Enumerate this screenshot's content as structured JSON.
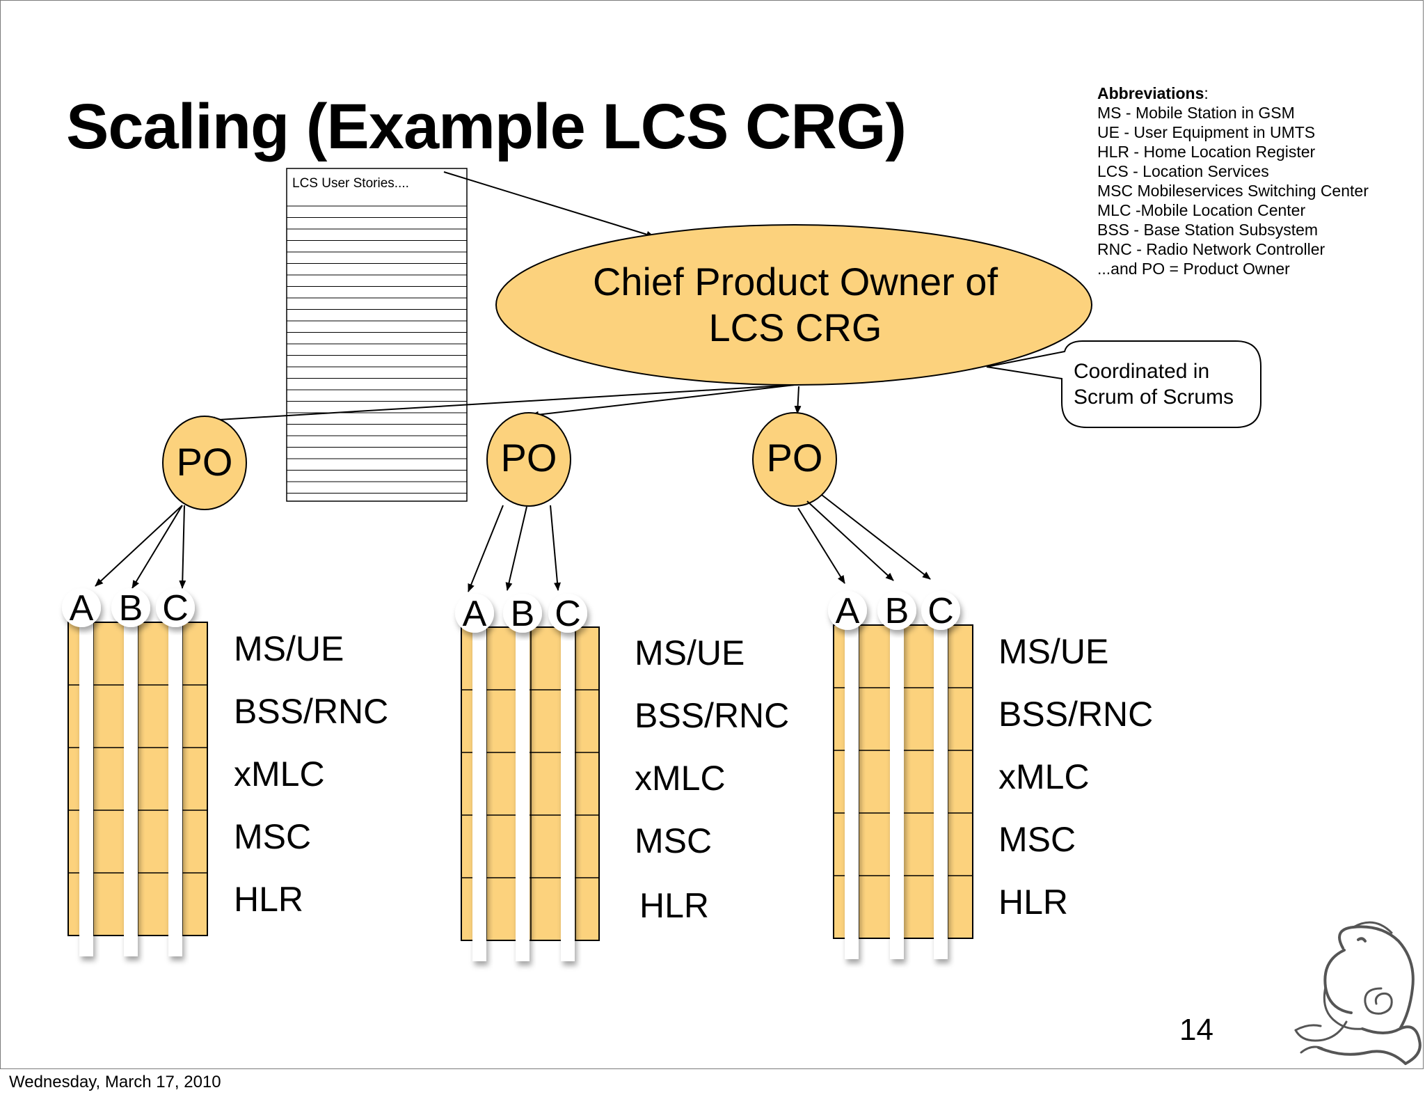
{
  "slide": {
    "title": "Scaling (Example LCS CRG)",
    "page_number": "14",
    "footer_date": "Wednesday, March 17, 2010"
  },
  "abbreviations": {
    "title": "Abbreviations",
    "colon": ":",
    "items": [
      "MS - Mobile Station in GSM",
      "UE - User Equipment in UMTS",
      "HLR - Home Location Register",
      "LCS - Location Services",
      "MSC Mobileservices Switching Center",
      "MLC -Mobile Location Center",
      "BSS - Base Station Subsystem",
      "RNC - Radio Network Controller",
      "...and PO = Product Owner"
    ]
  },
  "backlog": {
    "label": "LCS User Stories...."
  },
  "chief_po": {
    "line1": "Chief Product Owner of",
    "line2": "LCS CRG"
  },
  "callout": {
    "line1": "Coordinated in",
    "line2": "Scrum of Scrums"
  },
  "po_label": "PO",
  "teams": [
    "A",
    "B",
    "C"
  ],
  "layers": [
    "MS/UE",
    "BSS/RNC",
    "xMLC",
    "MSC",
    "HLR"
  ],
  "colors": {
    "fill": "#fcd27d",
    "stroke": "#000000",
    "frame": "#7a7a7a"
  }
}
